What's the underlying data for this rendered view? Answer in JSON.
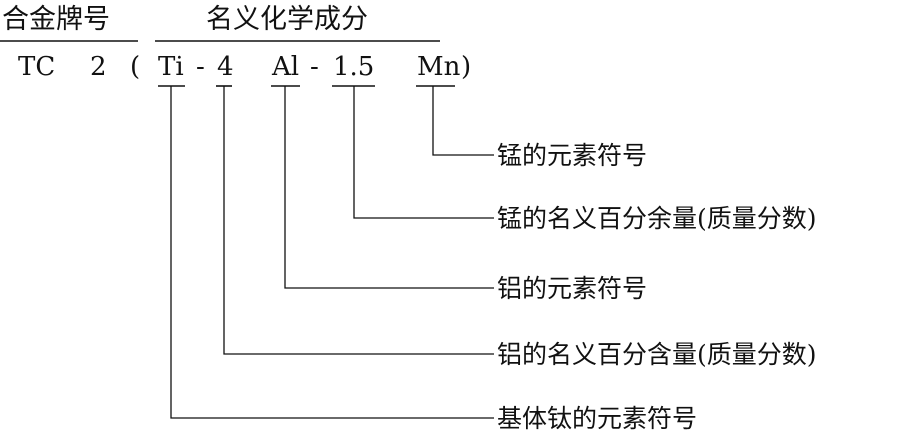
{
  "header": {
    "grade_label": "合金牌号",
    "composition_label": "名义化学成分"
  },
  "formula": {
    "grade_series": "TC",
    "grade_number": "2",
    "open_paren": "(",
    "base_element": "Ti",
    "dash_1": "-",
    "al_content": "4",
    "al_symbol": "Al",
    "dash_2": "-",
    "mn_content": "1.5",
    "mn_symbol": "Mn",
    "close_paren": ")"
  },
  "callouts": [
    "锰的元素符号",
    "锰的名义百分余量(质量分数)",
    "铝的元素符号",
    "铝的名义百分含量(质量分数)",
    "基体钛的元素符号"
  ]
}
